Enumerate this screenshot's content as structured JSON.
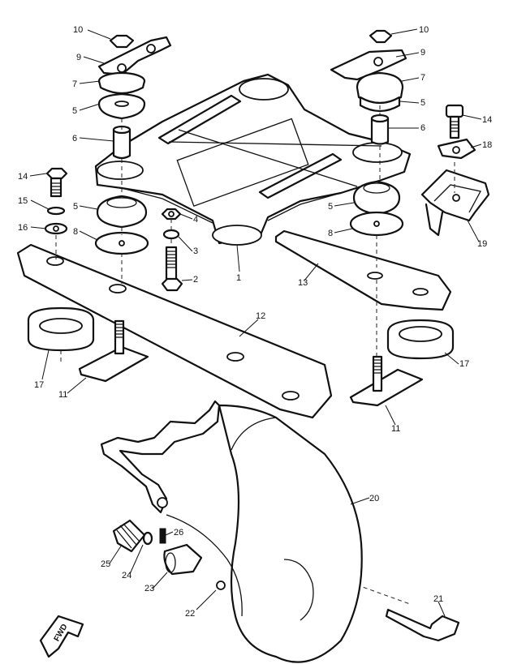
{
  "callouts": [
    {
      "n": "1"
    },
    {
      "n": "2"
    },
    {
      "n": "3"
    },
    {
      "n": "4"
    },
    {
      "n": "5"
    },
    {
      "n": "5"
    },
    {
      "n": "5"
    },
    {
      "n": "5"
    },
    {
      "n": "6"
    },
    {
      "n": "6"
    },
    {
      "n": "7"
    },
    {
      "n": "7"
    },
    {
      "n": "8"
    },
    {
      "n": "8"
    },
    {
      "n": "9"
    },
    {
      "n": "9"
    },
    {
      "n": "10"
    },
    {
      "n": "10"
    },
    {
      "n": "11"
    },
    {
      "n": "11"
    },
    {
      "n": "12"
    },
    {
      "n": "13"
    },
    {
      "n": "14"
    },
    {
      "n": "14"
    },
    {
      "n": "15"
    },
    {
      "n": "16"
    },
    {
      "n": "17"
    },
    {
      "n": "17"
    },
    {
      "n": "18"
    },
    {
      "n": "19"
    },
    {
      "n": "20"
    },
    {
      "n": "21"
    },
    {
      "n": "22"
    },
    {
      "n": "23"
    },
    {
      "n": "24"
    },
    {
      "n": "25"
    },
    {
      "n": "26"
    }
  ],
  "fwd_marker": "FWD",
  "line_color": "#111111",
  "background": "#ffffff"
}
